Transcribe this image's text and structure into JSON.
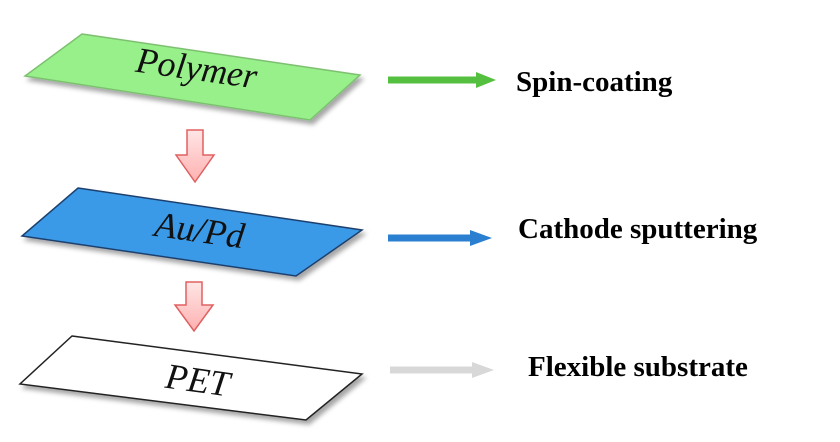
{
  "layers": [
    {
      "label": "Polymer",
      "color": "#98f08a",
      "edge": "#7cc070",
      "arrow_color": "#55c040",
      "process": "Spin-coating"
    },
    {
      "label": "Au/Pd",
      "color": "#3a9ae8",
      "edge": "#1f3f6e",
      "arrow_color": "#2a7fd0",
      "process": "Cathode sputtering"
    },
    {
      "label": "PET",
      "color": "#ffffff",
      "edge": "#222222",
      "arrow_color": "#d8d8d8",
      "process": "Flexible substrate"
    }
  ],
  "down_arrows": {
    "fill": "#ffd0d0",
    "stroke": "#e06060",
    "count": 2
  }
}
